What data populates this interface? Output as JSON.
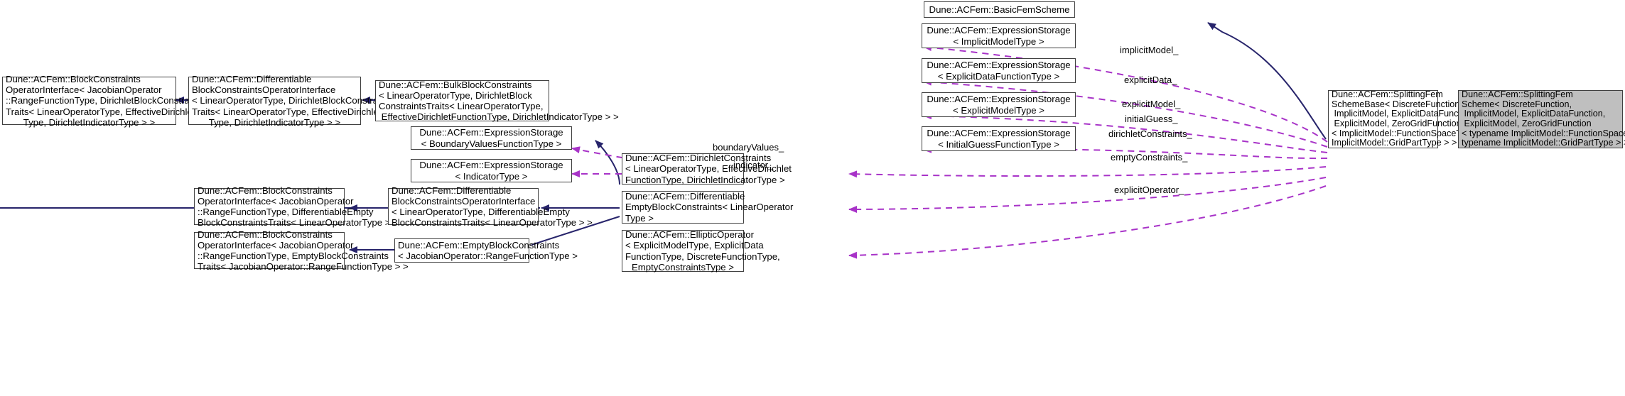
{
  "diagram": {
    "type": "uml-collaboration-diagram",
    "colors": {
      "inheritance_edge": "#27246b",
      "usage_edge": "#a833c8",
      "node_border": "#404040",
      "node_bg": "#ffffff",
      "highlight_bg": "#bfbfbf",
      "text": "#000000"
    },
    "nodes": [
      {
        "id": "block-constraints-operator-interface",
        "lines": [
          "Dune::ACFem::BlockConstraints",
          "OperatorInterface< JacobianOperator",
          "::RangeFunctionType, DirichletBlockConstraints",
          "Traits< LinearOperatorType, EffectiveDirichletFunction",
          "Type, DirichletIndicatorType > >"
        ]
      },
      {
        "id": "differentiable-block-constraints-operator-interface",
        "lines": [
          "Dune::ACFem::Differentiable",
          "BlockConstraintsOperatorInterface",
          "< LinearOperatorType, DirichletBlockConstraints",
          "Traits< LinearOperatorType, EffectiveDirichletFunction",
          "Type, DirichletIndicatorType > >"
        ]
      },
      {
        "id": "bulk-block-constraints",
        "lines": [
          "Dune::ACFem::BulkBlockConstraints",
          "< LinearOperatorType, DirichletBlock",
          "ConstraintsTraits< LinearOperatorType,",
          " EffectiveDirichletFunctionType, DirichletIndicatorType > >"
        ]
      },
      {
        "id": "expression-storage-boundary-values",
        "lines": [
          "Dune::ACFem::ExpressionStorage",
          "< BoundaryValuesFunctionType >"
        ]
      },
      {
        "id": "expression-storage-indicator",
        "lines": [
          "Dune::ACFem::ExpressionStorage",
          "< IndicatorType >"
        ]
      },
      {
        "id": "dirichlet-constraints",
        "lines": [
          "Dune::ACFem::DirichletConstraints",
          "< LinearOperatorType, EffectiveDirichlet",
          "FunctionType, DirichletIndicatorType >"
        ]
      },
      {
        "id": "block-constraints-operator-interface-empty",
        "lines": [
          "Dune::ACFem::BlockConstraints",
          "OperatorInterface< JacobianOperator",
          "::RangeFunctionType, DifferentiableEmpty",
          "BlockConstraintsTraits< LinearOperatorType > >"
        ]
      },
      {
        "id": "differentiable-block-constraints-operator-interface-empty",
        "lines": [
          "Dune::ACFem::Differentiable",
          "BlockConstraintsOperatorInterface",
          "< LinearOperatorType, DifferentiableEmpty",
          "BlockConstraintsTraits< LinearOperatorType > >"
        ]
      },
      {
        "id": "differentiable-empty-block-constraints",
        "lines": [
          "Dune::ACFem::Differentiable",
          "EmptyBlockConstraints< LinearOperator",
          "Type >"
        ]
      },
      {
        "id": "block-constraints-operator-interface-empty2",
        "lines": [
          "Dune::ACFem::BlockConstraints",
          "OperatorInterface< JacobianOperator",
          "::RangeFunctionType, EmptyBlockConstraints",
          "Traits< JacobianOperator::RangeFunctionType > >"
        ]
      },
      {
        "id": "empty-block-constraints",
        "lines": [
          "Dune::ACFem::EmptyBlockConstraints",
          "< JacobianOperator::RangeFunctionType >"
        ]
      },
      {
        "id": "elliptic-operator",
        "lines": [
          "Dune::ACFem::EllipticOperator",
          "< ExplicitModelType, ExplicitData",
          "FunctionType, DiscreteFunctionType,",
          "EmptyConstraintsType >"
        ]
      },
      {
        "id": "basic-fem-scheme",
        "lines": [
          "Dune::ACFem::BasicFemScheme"
        ]
      },
      {
        "id": "expression-storage-implicit-model",
        "lines": [
          "Dune::ACFem::ExpressionStorage",
          "< ImplicitModelType >"
        ]
      },
      {
        "id": "expression-storage-explicit-data",
        "lines": [
          "Dune::ACFem::ExpressionStorage",
          "< ExplicitDataFunctionType >"
        ]
      },
      {
        "id": "expression-storage-explicit-model",
        "lines": [
          "Dune::ACFem::ExpressionStorage",
          "< ExplicitModelType >"
        ]
      },
      {
        "id": "expression-storage-initial-guess",
        "lines": [
          "Dune::ACFem::ExpressionStorage",
          "< InitialGuessFunctionType >"
        ]
      },
      {
        "id": "splitting-fem-scheme-base",
        "lines": [
          "Dune::ACFem::SplittingFem",
          "SchemeBase< DiscreteFunction,",
          " ImplicitModel, ExplicitDataFunction,",
          " ExplicitModel, ZeroGridFunction",
          "< ImplicitModel::FunctionSpaceType,",
          "ImplicitModel::GridPartType > >"
        ]
      },
      {
        "id": "splitting-fem-scheme",
        "lines": [
          "Dune::ACFem::SplittingFem",
          "Scheme< DiscreteFunction,",
          " ImplicitModel, ExplicitDataFunction,",
          " ExplicitModel, ZeroGridFunction",
          "< typename ImplicitModel::FunctionSpaceType,",
          "typename ImplicitModel::GridPartType > >"
        ]
      }
    ],
    "edge_labels": [
      {
        "id": "implicit-model",
        "text": "implicitModel_"
      },
      {
        "id": "explicit-data",
        "text": "explicitData_"
      },
      {
        "id": "explicit-model",
        "text": "explicitModel_"
      },
      {
        "id": "initial-guess",
        "text": "initialGuess_"
      },
      {
        "id": "dirichlet-constraints-label",
        "text": "dirichletConstraints_"
      },
      {
        "id": "empty-constraints-label",
        "text": "emptyConstraints_"
      },
      {
        "id": "explicit-operator-label",
        "text": "explicitOperator_"
      },
      {
        "id": "boundary-values-label",
        "text": "boundaryValues_"
      },
      {
        "id": "indicator-label",
        "text": "indicator_"
      }
    ]
  }
}
